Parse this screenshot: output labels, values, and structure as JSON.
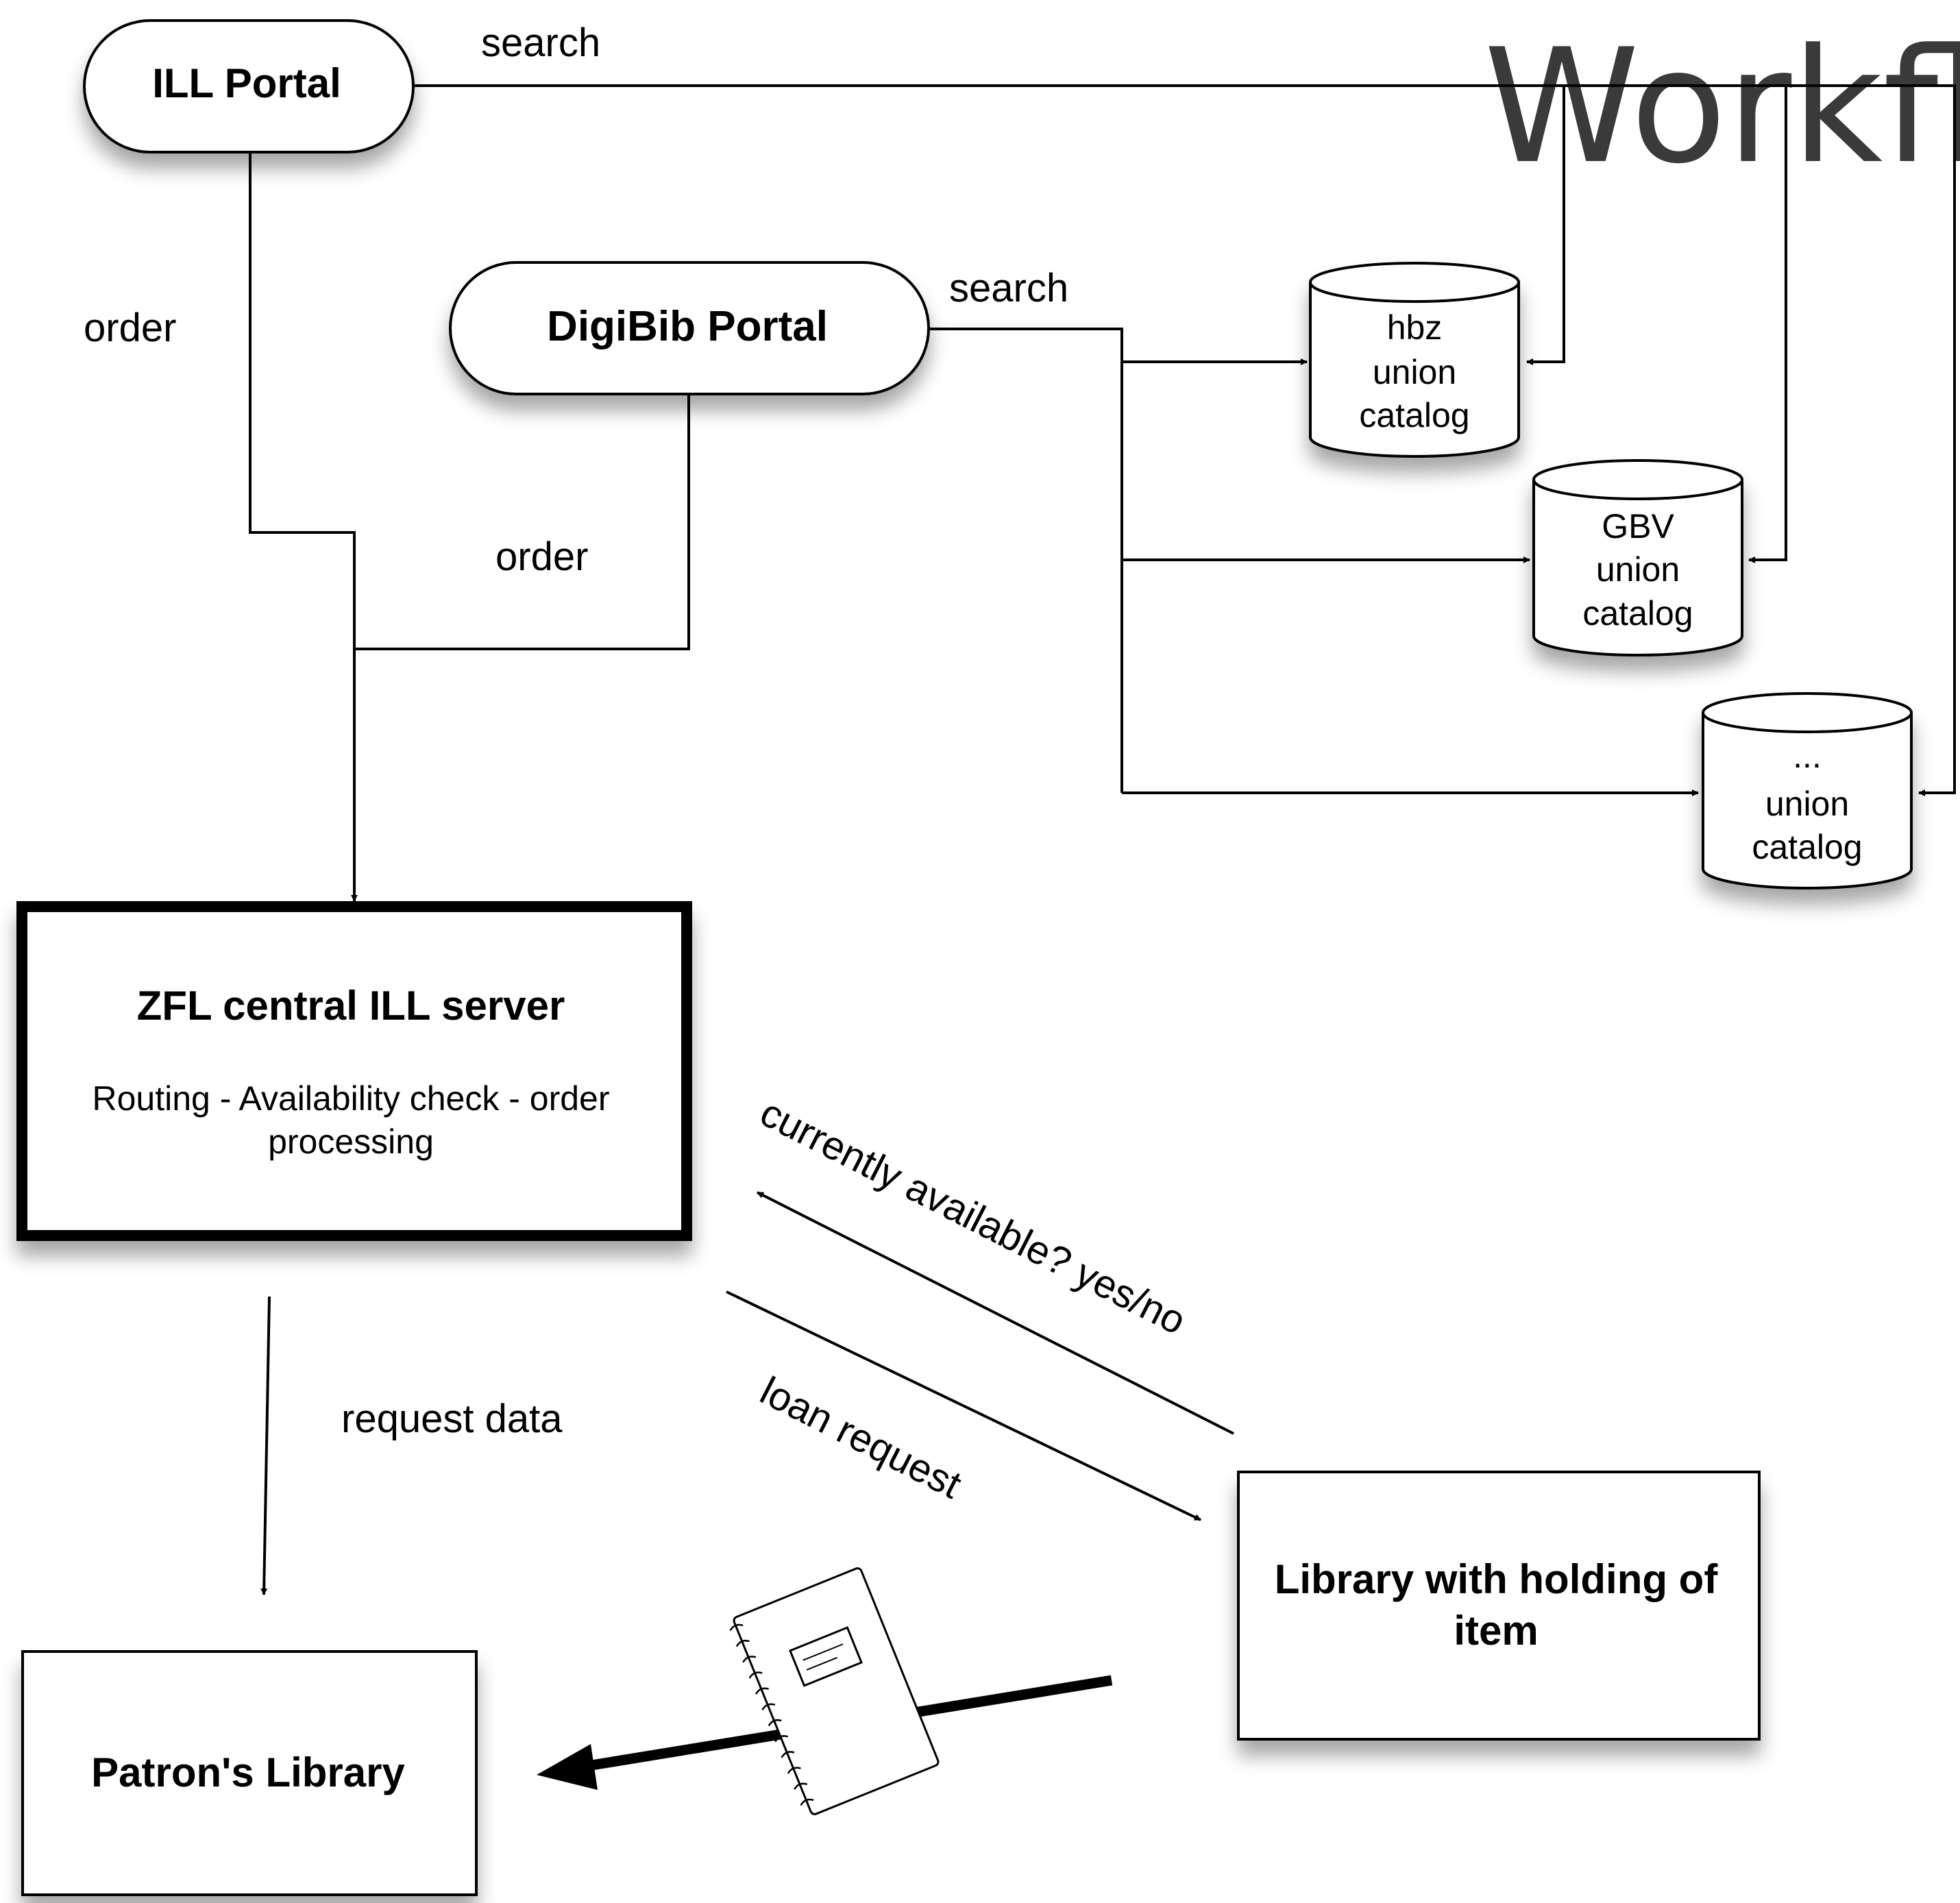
{
  "title": "Workfl",
  "nodes": {
    "ill_portal": "ILL Portal",
    "digibib_portal": "DigiBib Portal",
    "hbz": [
      "hbz",
      "union",
      "catalog"
    ],
    "gbv": [
      "GBV",
      "union",
      "catalog"
    ],
    "other": [
      "...",
      "union",
      "catalog"
    ],
    "zfl_title": "ZFL central ILL server",
    "zfl_sub": [
      "Routing - Availability check - order",
      "processing"
    ],
    "holding_library": [
      "Library with holding of",
      "item"
    ],
    "patrons_library": "Patron's Library"
  },
  "edges": {
    "ill_search": "search",
    "digibib_search": "search",
    "ill_order": "order",
    "digibib_order": "order",
    "request_data": "request data",
    "availability": "currently available? yes/no",
    "loan_request": "loan request"
  }
}
